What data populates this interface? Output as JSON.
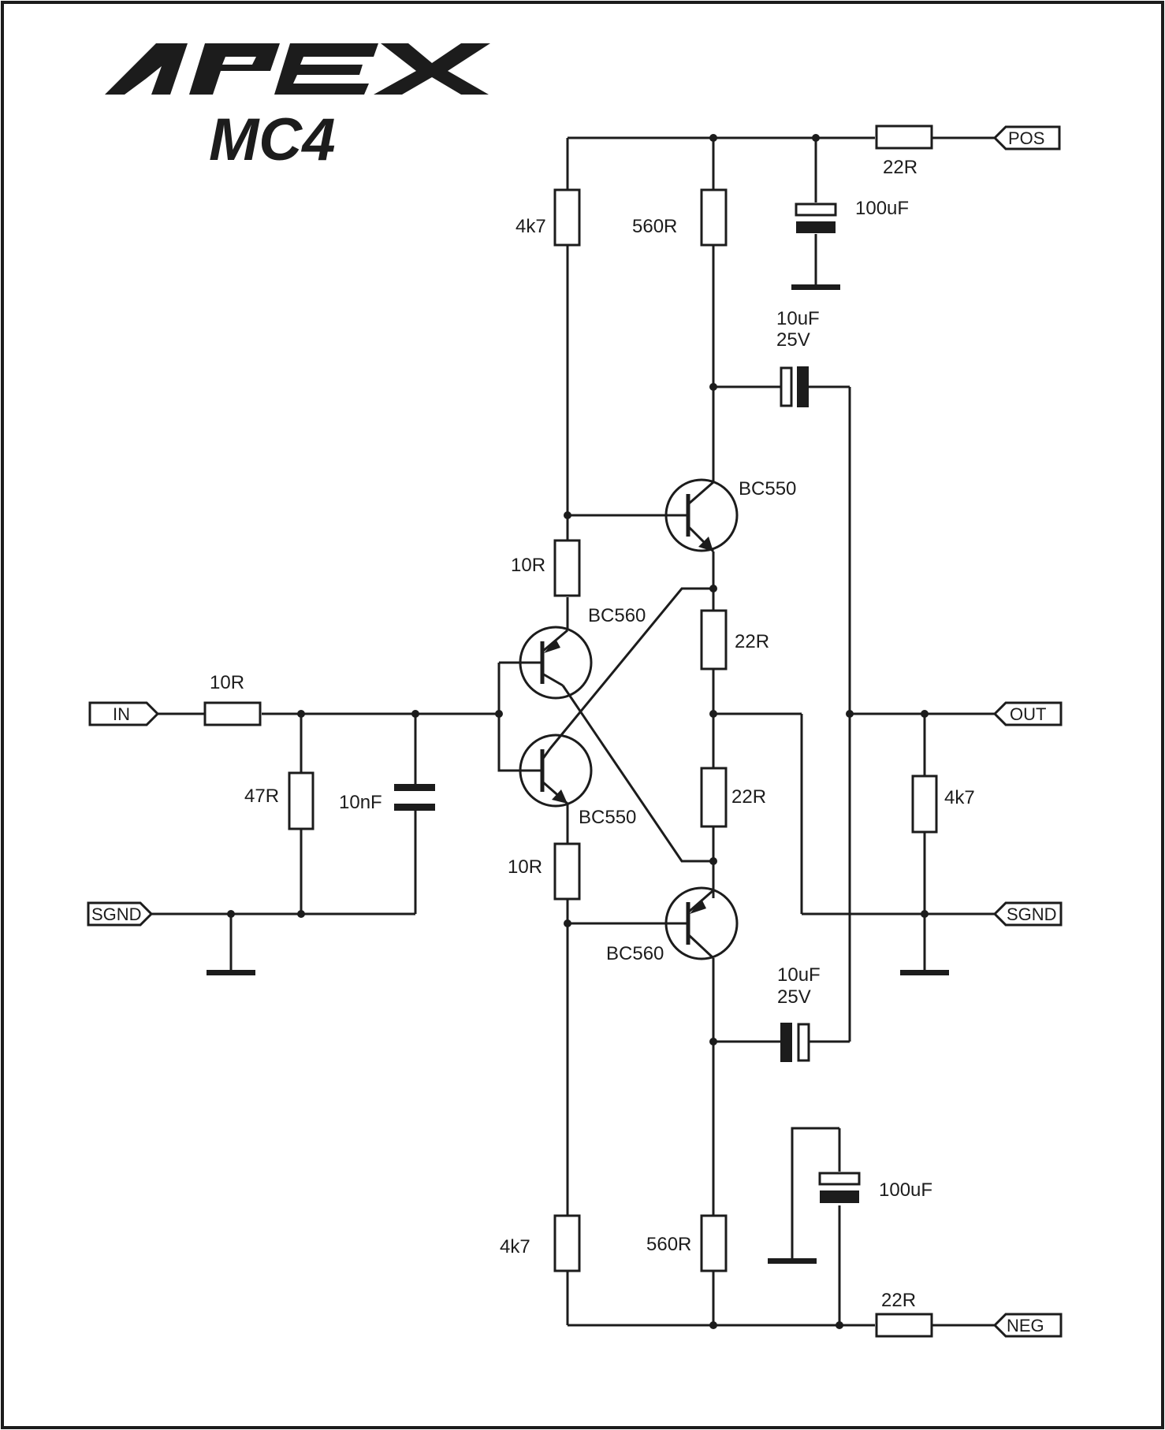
{
  "brand": {
    "logo_text": "APEX",
    "model": "MC4"
  },
  "ports": {
    "in": "IN",
    "sgnd_left": "SGND",
    "pos": "POS",
    "out": "OUT",
    "sgnd_right": "SGND",
    "neg": "NEG"
  },
  "components": {
    "r_pos_rail": "22R",
    "c_pos_filter": "100uF",
    "r_top_left": "4k7",
    "r_top_right": "560R",
    "c_top_coupling_value": "10uF",
    "c_top_coupling_voltage": "25V",
    "q_top": "BC550",
    "r_base_upper": "10R",
    "q_pnp_input": "BC560",
    "r_emitter_upper": "22R",
    "r_in": "10R",
    "r_in_shunt": "47R",
    "c_in_shunt": "10nF",
    "r_out_load": "4k7",
    "r_emitter_lower": "22R",
    "q_npn_input": "BC550",
    "r_base_lower": "10R",
    "q_bottom": "BC560",
    "c_bottom_coupling_value": "10uF",
    "c_bottom_coupling_voltage": "25V",
    "c_neg_filter": "100uF",
    "r_bottom_left": "4k7",
    "r_bottom_right": "560R",
    "r_neg_rail": "22R"
  },
  "colors": {
    "ink": "#1c1c1c",
    "background": "#ffffff"
  }
}
